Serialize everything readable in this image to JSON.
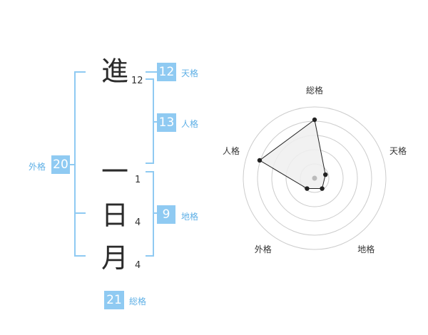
{
  "name": {
    "chars": [
      {
        "char": "進",
        "strokes": "12"
      },
      {
        "char": "一",
        "strokes": "1"
      },
      {
        "char": "日",
        "strokes": "4"
      },
      {
        "char": "月",
        "strokes": "4"
      }
    ]
  },
  "fortunes": {
    "tenkaku": {
      "value": "12",
      "label": "天格"
    },
    "jinkaku": {
      "value": "13",
      "label": "人格"
    },
    "chikaku": {
      "value": "9",
      "label": "地格"
    },
    "gaikaku": {
      "value": "20",
      "label": "外格"
    },
    "soukaku": {
      "value": "21",
      "label": "総格"
    }
  },
  "chart_data": {
    "type": "radar",
    "axes": [
      "総格",
      "天格",
      "地格",
      "外格",
      "人格"
    ],
    "values": [
      0.82,
      0.16,
      0.18,
      0.18,
      0.81
    ],
    "max": 1,
    "rings": 5,
    "colors": {
      "fill": "#efefef",
      "line": "#222222",
      "grid": "#cccccc",
      "center": "#bbbbbb"
    }
  }
}
